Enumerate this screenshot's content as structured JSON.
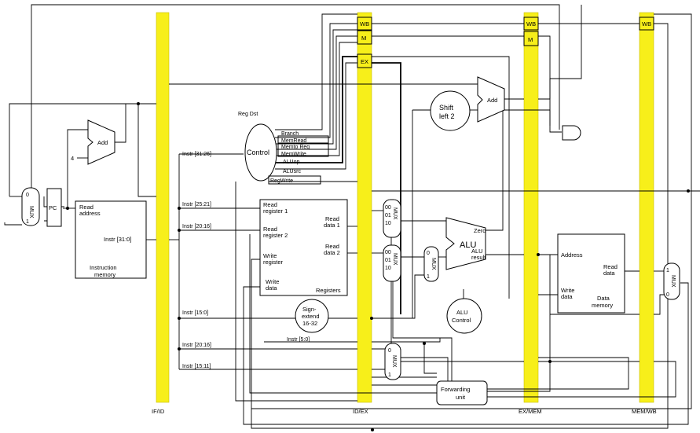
{
  "pipeline_registers": {
    "if_id": "IF/ID",
    "id_ex": "ID/EX",
    "ex_mem": "EX/MEM",
    "mem_wb": "MEM/WB"
  },
  "stage_fields": {
    "wb": "WB",
    "m": "M",
    "ex": "EX"
  },
  "blocks": {
    "pc": "PC",
    "add": "Add",
    "four": "4",
    "read_address": "Read address",
    "instr_port": "Instr [31:0]",
    "instruction_memory": "Instruction memory",
    "control": "Control",
    "regdst": "Reg Dst",
    "shift_left_2": "Shift left 2",
    "sign_extend": "Sign-extend 16-32",
    "alu": "ALU",
    "zero": "Zero",
    "alu_result": "ALU result",
    "alu_control": "ALU Control",
    "forwarding_unit": "Forwarding unit",
    "registers": "Registers",
    "read_register_1": "Read register 1",
    "read_register_2": "Read register 2",
    "write_register": "Write register",
    "write_data": "Write data",
    "read_data_1": "Read data 1",
    "read_data_2": "Read data 2",
    "dm_address": "Address",
    "dm_read_data": "Read data",
    "dm_write_data": "Write data",
    "data_memory": "Data memory",
    "mux": "MUX",
    "mux_in0": "0",
    "mux_in1": "1",
    "mux3_in0": "00",
    "mux3_in1": "01",
    "mux3_in2": "10"
  },
  "control_signals": [
    "Branch",
    "MemRead",
    "Memto Reg",
    "MemWrite",
    "ALUop",
    "ALUsrc",
    "RegWrite"
  ],
  "instruction_fields": {
    "f31_26": "Instr [31:26]",
    "f25_21": "Instr [25:21]",
    "f20_16": "Instr [20:16]",
    "f15_0": "Instr [15:0]",
    "f5_0": "Instr [5:0]",
    "f20_16_b": "Instr [20:16]",
    "f15_11": "Instr [15:11]"
  },
  "colors": {
    "pipeline": "#f7ef1a",
    "ink": "#000000"
  }
}
